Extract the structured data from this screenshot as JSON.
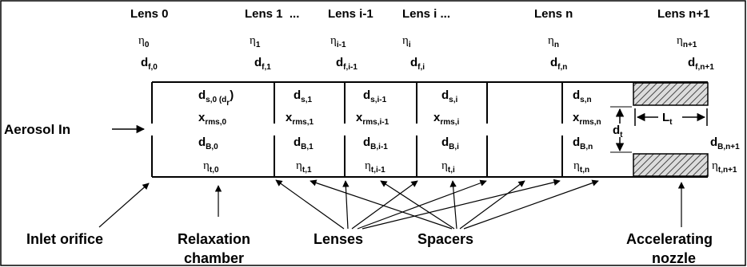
{
  "lenses": [
    {
      "name": "Lens 0",
      "eta_c": "0",
      "d_f": "0"
    },
    {
      "name": "Lens 1  ...",
      "eta_c": "1",
      "d_f": "1"
    },
    {
      "name": "Lens i-1",
      "eta_c": "i-1",
      "d_f": "i-1"
    },
    {
      "name": "Lens i ...",
      "eta_c": "i",
      "d_f": "i"
    },
    {
      "name": "Lens n",
      "eta_c": "n",
      "d_f": "n"
    },
    {
      "name": "Lens n+1",
      "eta_c": "n+1",
      "d_f": "n+1"
    }
  ],
  "sections": [
    {
      "d_s": "s,0 (d",
      "d_s_extra": "r",
      "x": "rms,0",
      "d_b": "B,0",
      "eta_t": "t,0"
    },
    {
      "d_s": "s,1",
      "x": "rms,1",
      "d_b": "B,1",
      "eta_t": "t,1"
    },
    {
      "d_s": "s,i-1",
      "x": "rms,i-1",
      "d_b": "B,i-1",
      "eta_t": "t,i-1"
    },
    {
      "d_s": "s,i",
      "x": "rms,i",
      "d_b": "B,i",
      "eta_t": "t,i"
    },
    {
      "d_s": "s,n",
      "x": "rms,n",
      "d_b": "B,n",
      "eta_t": "t,n"
    }
  ],
  "symbols": {
    "d": "d",
    "x": "x",
    "eta": "η"
  },
  "nozzle": {
    "d_t": "t",
    "L_t": "t",
    "d_b": "B,n+1",
    "eta_t": "t,n+1"
  },
  "labels": {
    "aerosol_in": "Aerosol In",
    "inlet_orifice": "Inlet orifice",
    "relaxation_1": "Relaxation",
    "relaxation_2": "chamber",
    "lenses": "Lenses",
    "spacers": "Spacers",
    "accelerating_1": "Accelerating",
    "accelerating_2": "nozzle",
    "L": "L"
  }
}
